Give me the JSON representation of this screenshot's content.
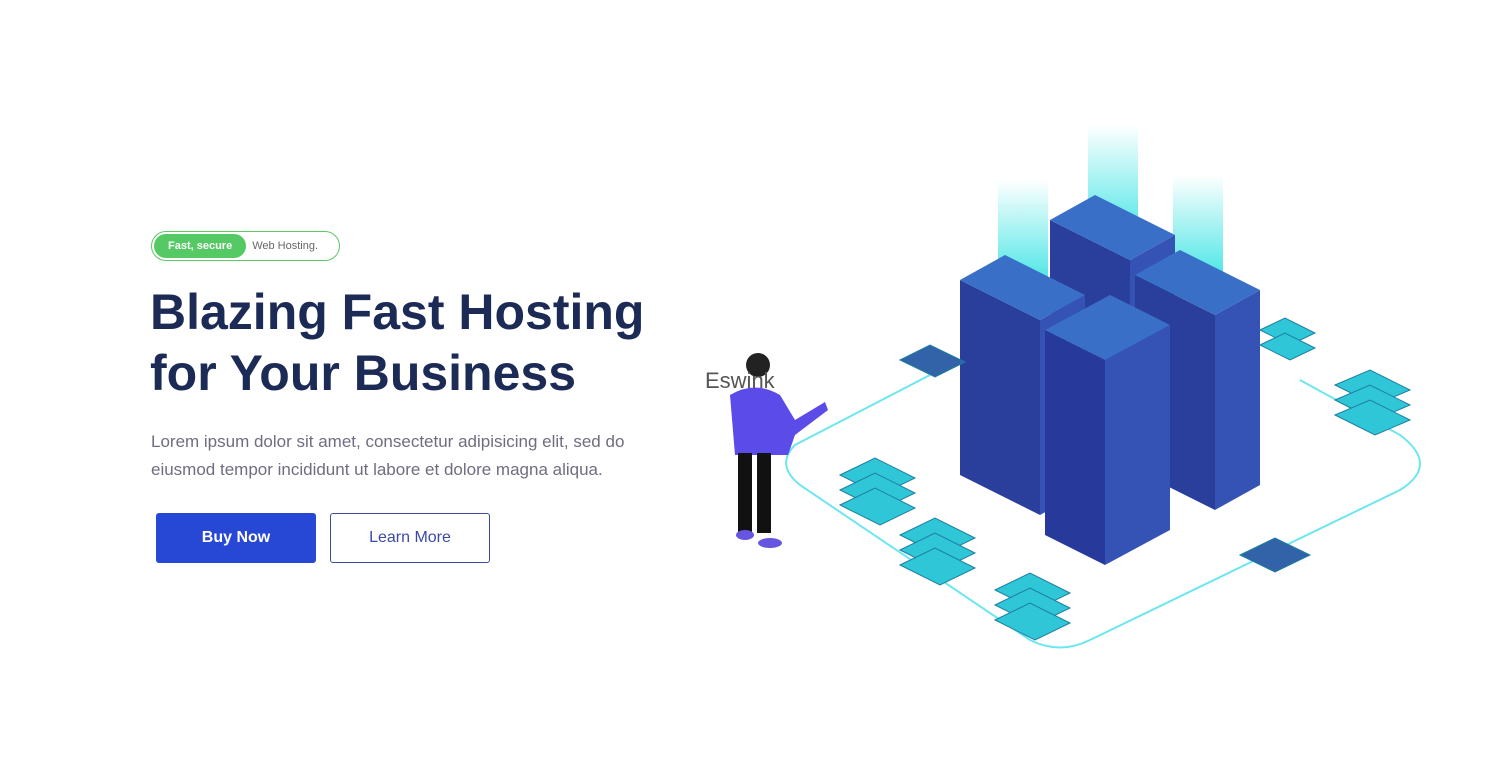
{
  "hero": {
    "badge_highlight": "Fast, secure",
    "badge_text": "Web Hosting.",
    "title_line1": "Blazing Fast Hosting",
    "title_line2": "for Your Business",
    "description": "Lorem ipsum dolor sit amet, consectetur adipisicing elit, sed do eiusmod tempor incididunt ut labore et dolore magna aliqua.",
    "buy_label": "Buy Now",
    "learn_label": "Learn More"
  },
  "illustration": {
    "alt_text": "Eswink"
  },
  "colors": {
    "accent": "#2748d4",
    "badge": "#54c964",
    "heading": "#1c2a56"
  }
}
